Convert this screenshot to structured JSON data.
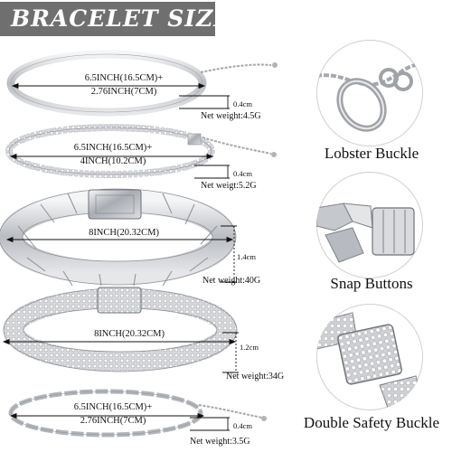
{
  "title": "BRACELET SIZE",
  "bracelets": [
    {
      "length_line1": "6.5INCH(16.5CM)+",
      "length_line2": "2.76INCH(7CM)",
      "width": "0.4cm",
      "weight": "Net weight:4.5G"
    },
    {
      "length_line1": "6.5INCH(16.5CM)+",
      "length_line2": "4INCH(10.2CM)",
      "width": "0.4cm",
      "weight": "Net weigt:5.2G"
    },
    {
      "length_line1": "8INCH(20.32CM)",
      "width": "1.4cm",
      "weight": "Net weight:40G"
    },
    {
      "length_line1": "8INCH(20.32CM)",
      "width": "1.2cm",
      "weight": "Net weight:34G"
    },
    {
      "length_line1": "6.5INCH(16.5CM)+",
      "length_line2": "2.76INCH(7CM)",
      "width": "0.4cm",
      "weight": "Net weight:3.5G"
    }
  ],
  "features": [
    {
      "caption": "Lobster Buckle",
      "icon": "lobster-clasp-closeup"
    },
    {
      "caption": "Snap Buttons",
      "icon": "snap-clasp-closeup"
    },
    {
      "caption": "Double Safety Buckle",
      "icon": "double-safety-clasp-closeup"
    }
  ],
  "colors": {
    "banner": "#6f6f6f",
    "metal": "#c9ccd0",
    "metal_dark": "#8d9096",
    "text": "#111111"
  }
}
